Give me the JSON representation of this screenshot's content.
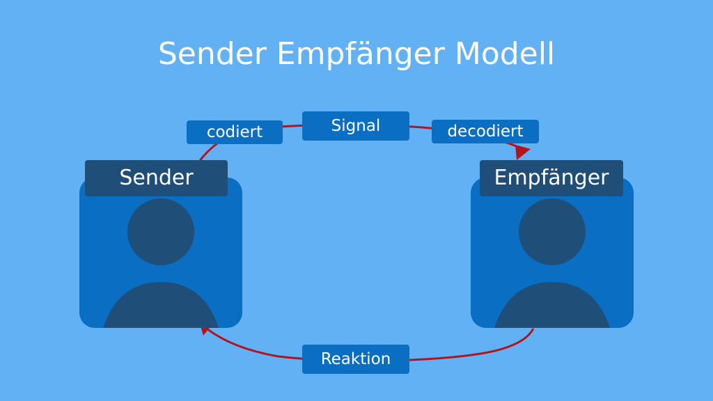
{
  "title": "Sender Empfänger Modell",
  "nodes": {
    "sender": {
      "label": "Sender",
      "icon": "person-icon"
    },
    "receiver": {
      "label": "Empfänger",
      "icon": "person-icon"
    }
  },
  "flow_labels": {
    "encode": "codiert",
    "signal": "Signal",
    "decode": "decodiert",
    "feedback": "Reaktion"
  },
  "colors": {
    "background": "#63b1f5",
    "card": "#0a6fc2",
    "label_dark": "#1f4e78",
    "arrow": "#b5121b",
    "text": "#ffffff"
  }
}
